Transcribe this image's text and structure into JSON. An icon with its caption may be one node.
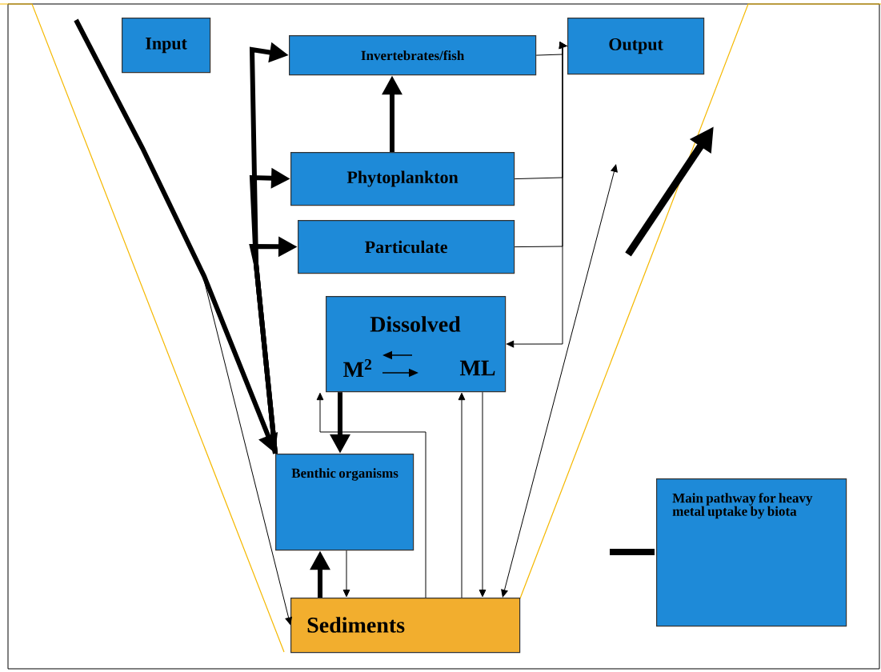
{
  "diagram": {
    "nodes": [
      {
        "text": [
          "Input"
        ]
      },
      {
        "text": [
          "Invertebrates/fish"
        ]
      },
      {
        "text": [
          "Output"
        ]
      },
      {
        "text": [
          "Phytoplankton"
        ]
      },
      {
        "text": [
          "Particulate"
        ]
      },
      {
        "text": [
          "Dissolved",
          "M$^{2}$",
          "ML"
        ]
      },
      {
        "text": [
          "Benthic organisms"
        ]
      },
      {
        "text": [
          "Sediments"
        ]
      },
      {
        "text": [
          "Main pathway for heavy metal uptake by biota"
        ]
      }
    ],
    "edges": [
      {
        "from": null,
        "to": 6,
        "arrow": "to",
        "style": "thick"
      },
      {
        "from": null,
        "to": 7,
        "arrow": "to"
      },
      {
        "from": 6,
        "to": 1,
        "arrow": "to",
        "style": "thick"
      },
      {
        "from": 6,
        "to": 3,
        "arrow": "to",
        "style": "thick"
      },
      {
        "from": 6,
        "to": 4,
        "arrow": "to",
        "style": "thick"
      },
      {
        "from": 3,
        "to": 1,
        "arrow": "to",
        "style": "thick"
      },
      {
        "from": 1,
        "to": 2,
        "arrow": "to"
      },
      {
        "from": 3,
        "to": 2,
        "arrow": "to"
      },
      {
        "from": 4,
        "to": 2,
        "arrow": "to"
      },
      {
        "from": 2,
        "to": 5,
        "arrow": "to"
      },
      {
        "from": 7,
        "to": 5,
        "arrow": "to"
      },
      {
        "from": 5,
        "to": 6,
        "arrow": "to",
        "style": "thick"
      },
      {
        "from": 7,
        "to": 5,
        "arrow": "to"
      },
      {
        "from": 5,
        "to": 7,
        "arrow": "to"
      },
      {
        "from": 6,
        "to": 7,
        "arrow": "to"
      },
      {
        "from": 7,
        "to": 6,
        "arrow": "to",
        "style": "thick"
      },
      {
        "from": 7,
        "to": null,
        "arrow": "both"
      }
    ]
  }
}
